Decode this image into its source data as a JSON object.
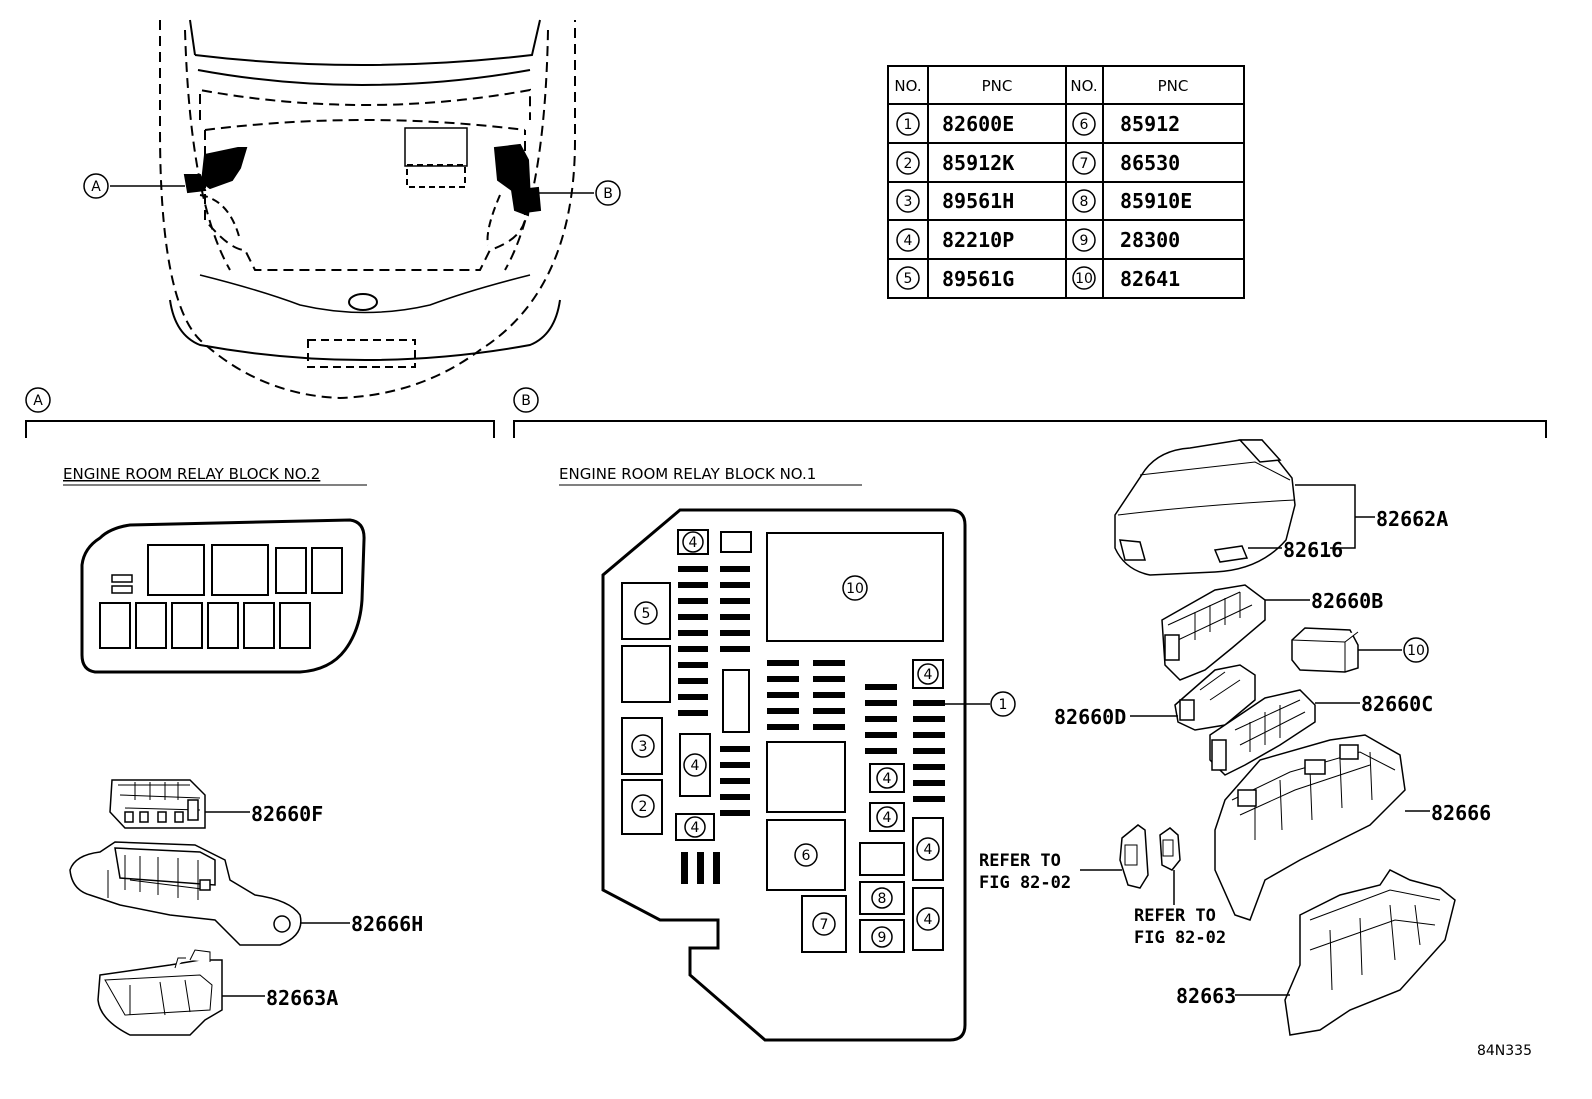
{
  "pnc_table": {
    "headers": {
      "no": "NO.",
      "pnc": "PNC"
    },
    "rows": [
      {
        "no": "1",
        "pnc": "82600E"
      },
      {
        "no": "2",
        "pnc": "85912K"
      },
      {
        "no": "3",
        "pnc": "89561H"
      },
      {
        "no": "4",
        "pnc": "82210P"
      },
      {
        "no": "5",
        "pnc": "89561G"
      },
      {
        "no": "6",
        "pnc": "85912"
      },
      {
        "no": "7",
        "pnc": "86530"
      },
      {
        "no": "8",
        "pnc": "85910E"
      },
      {
        "no": "9",
        "pnc": "28300"
      },
      {
        "no": "10",
        "pnc": "82641"
      }
    ]
  },
  "locators": {
    "a": "A",
    "b": "B"
  },
  "sections": {
    "a": {
      "letter": "A",
      "title": "ENGINE ROOM RELAY BLOCK NO.2"
    },
    "b": {
      "letter": "B",
      "title": "ENGINE ROOM RELAY BLOCK NO.1"
    }
  },
  "parts_a": {
    "p1": "82660F",
    "p2": "82666H",
    "p3": "82663A"
  },
  "parts_b": {
    "cover": "82662A",
    "clip": "82616",
    "c1": "82660B",
    "c2": "82660D",
    "c3": "82660C",
    "base": "82666",
    "lower": "82663",
    "relay_no": "10"
  },
  "refer": {
    "line1": "REFER TO",
    "line2": "FIG 82-02"
  },
  "block_numbers": {
    "n1": "1",
    "n2": "2",
    "n3": "3",
    "n4": "4",
    "n5": "5",
    "n6": "6",
    "n7": "7",
    "n8": "8",
    "n9": "9",
    "n10": "10"
  },
  "figure_code": "84N335"
}
